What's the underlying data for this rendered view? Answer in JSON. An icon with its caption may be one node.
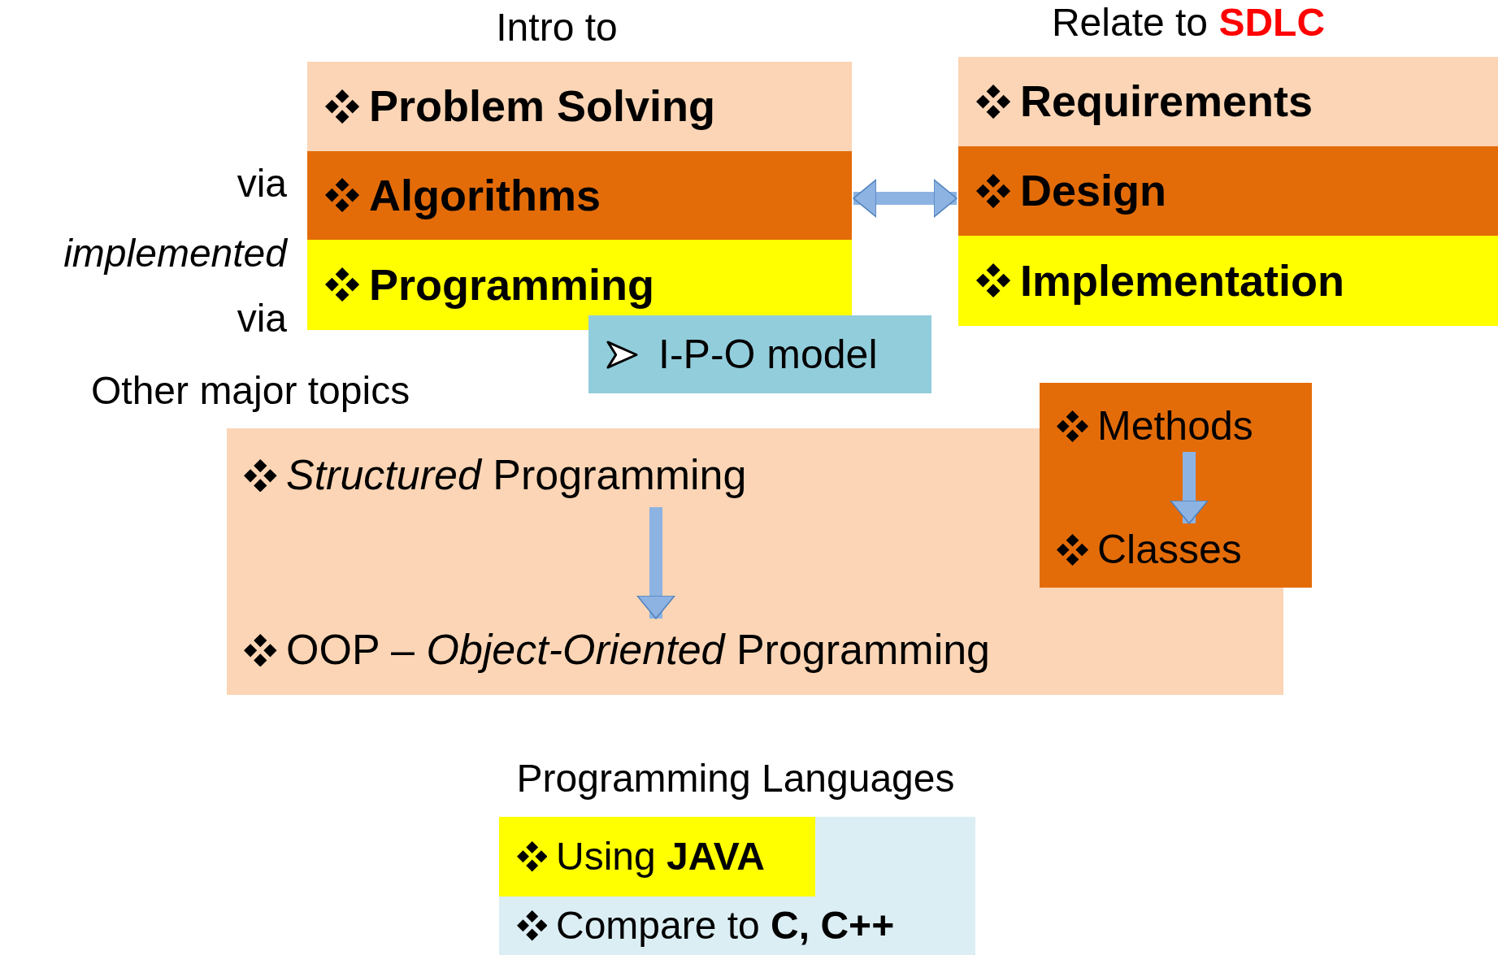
{
  "diagram": {
    "nodes": [
      {
        "text": [
          "Problem Solving"
        ]
      },
      {
        "text": [
          "Algorithms"
        ]
      },
      {
        "text": [
          "Programming"
        ]
      },
      {
        "text": [
          "Requirements"
        ]
      },
      {
        "text": [
          "Design"
        ]
      },
      {
        "text": [
          "Implementation"
        ]
      },
      {
        "text": [
          "I-P-O model"
        ]
      },
      {
        "text": [],
        "shape": "box"
      },
      {
        "text": [
          "*Structured* Programming"
        ],
        "in": 7
      },
      {
        "text": [
          "OOP – *Object-Oriented* Programming"
        ],
        "in": 7
      },
      {
        "text": [],
        "shape": "box"
      },
      {
        "text": [
          "Methods"
        ],
        "in": 10
      },
      {
        "text": [
          "Classes"
        ],
        "in": 10
      },
      {
        "text": [],
        "shape": "box"
      },
      {
        "text": [
          "Using **JAVA**"
        ],
        "in": 13
      },
      {
        "text": [
          "Compare to **C, C++**"
        ],
        "in": 13
      }
    ],
    "edges": [
      {
        "from": 1,
        "to": 4,
        "arrow": "both"
      },
      {
        "from": 8,
        "to": 9,
        "arrow": "to"
      },
      {
        "from": 11,
        "to": 12,
        "arrow": "to"
      }
    ],
    "labels": [
      "Intro to",
      "Relate to **SDLC**",
      "via",
      "implemented",
      "via",
      "Other major topics",
      "Programming Languages"
    ]
  }
}
